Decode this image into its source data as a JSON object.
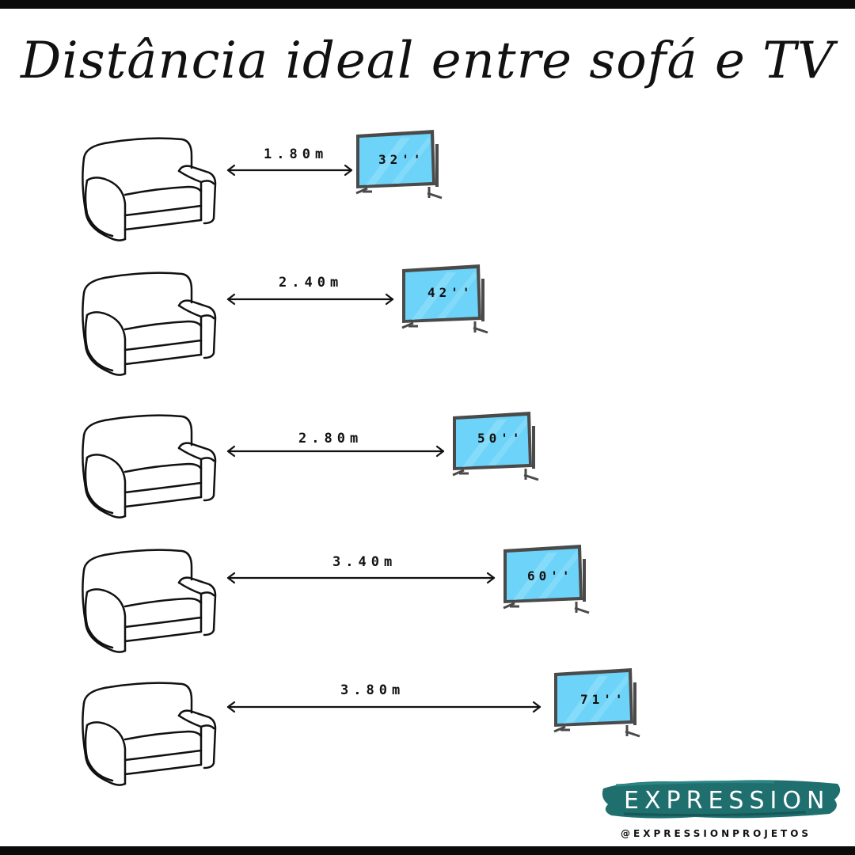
{
  "title": "Distância ideal entre sofá e TV",
  "rows": [
    {
      "distance": "1.80m",
      "tv_size": "32''"
    },
    {
      "distance": "2.40m",
      "tv_size": "42''"
    },
    {
      "distance": "2.80m",
      "tv_size": "50''"
    },
    {
      "distance": "3.40m",
      "tv_size": "60''"
    },
    {
      "distance": "3.80m",
      "tv_size": "71''"
    }
  ],
  "brand": {
    "name": "EXPRESSION",
    "handle": "@EXPRESSIONPROJETOS"
  },
  "colors": {
    "tv_screen": "#6ed3f8",
    "tv_frame": "#4a4a4a",
    "brand_teal": "#1f6f6f",
    "border": "#0b0b0b"
  },
  "icons": [
    "sofa-icon",
    "tv-icon",
    "double-arrow-icon"
  ]
}
